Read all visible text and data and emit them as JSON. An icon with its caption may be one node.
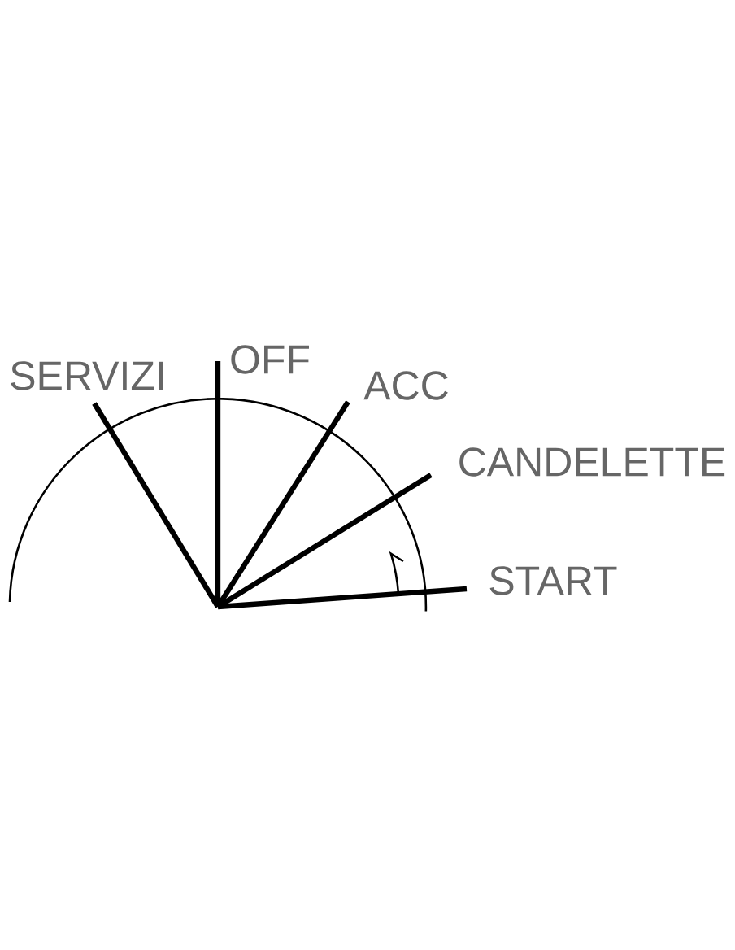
{
  "diagram": {
    "labels": [
      "SERVIZI",
      "OFF",
      "ACC",
      "CANDELETTE",
      "START"
    ]
  }
}
